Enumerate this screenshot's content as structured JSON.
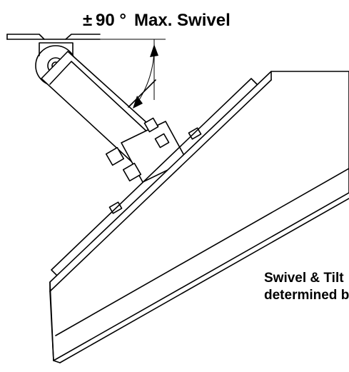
{
  "annotations": {
    "swivel_symbol": "±",
    "swivel_angle": "90 °",
    "swivel_text": "Max. Swivel",
    "note_line1": "Swivel & Tilt",
    "note_line2": "determined b"
  }
}
